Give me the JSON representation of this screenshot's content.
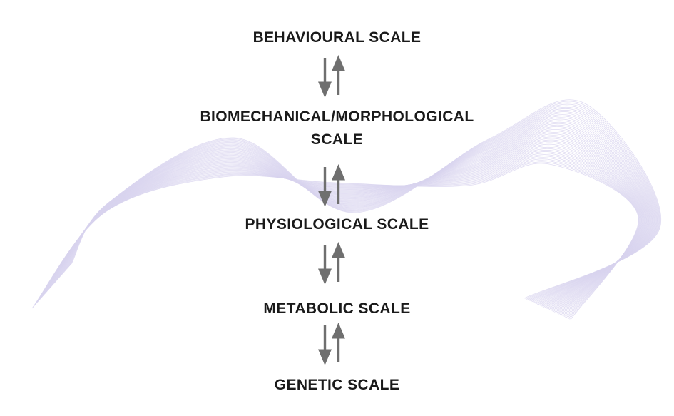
{
  "diagram": {
    "levels": [
      {
        "label": "BEHAVIOURAL SCALE"
      },
      {
        "label": "BIOMECHANICAL/MORPHOLOGICAL SCALE"
      },
      {
        "label": "PHYSIOLOGICAL SCALE"
      },
      {
        "label": "METABOLIC SCALE"
      },
      {
        "label": "GENETIC SCALE"
      }
    ],
    "connectors": {
      "type": "bidirectional-arrows",
      "count": 4
    }
  },
  "colors": {
    "text": "#1a1a1a",
    "arrow": "#6f6f6f",
    "wave": "#d8d3ef",
    "background": "#ffffff"
  }
}
